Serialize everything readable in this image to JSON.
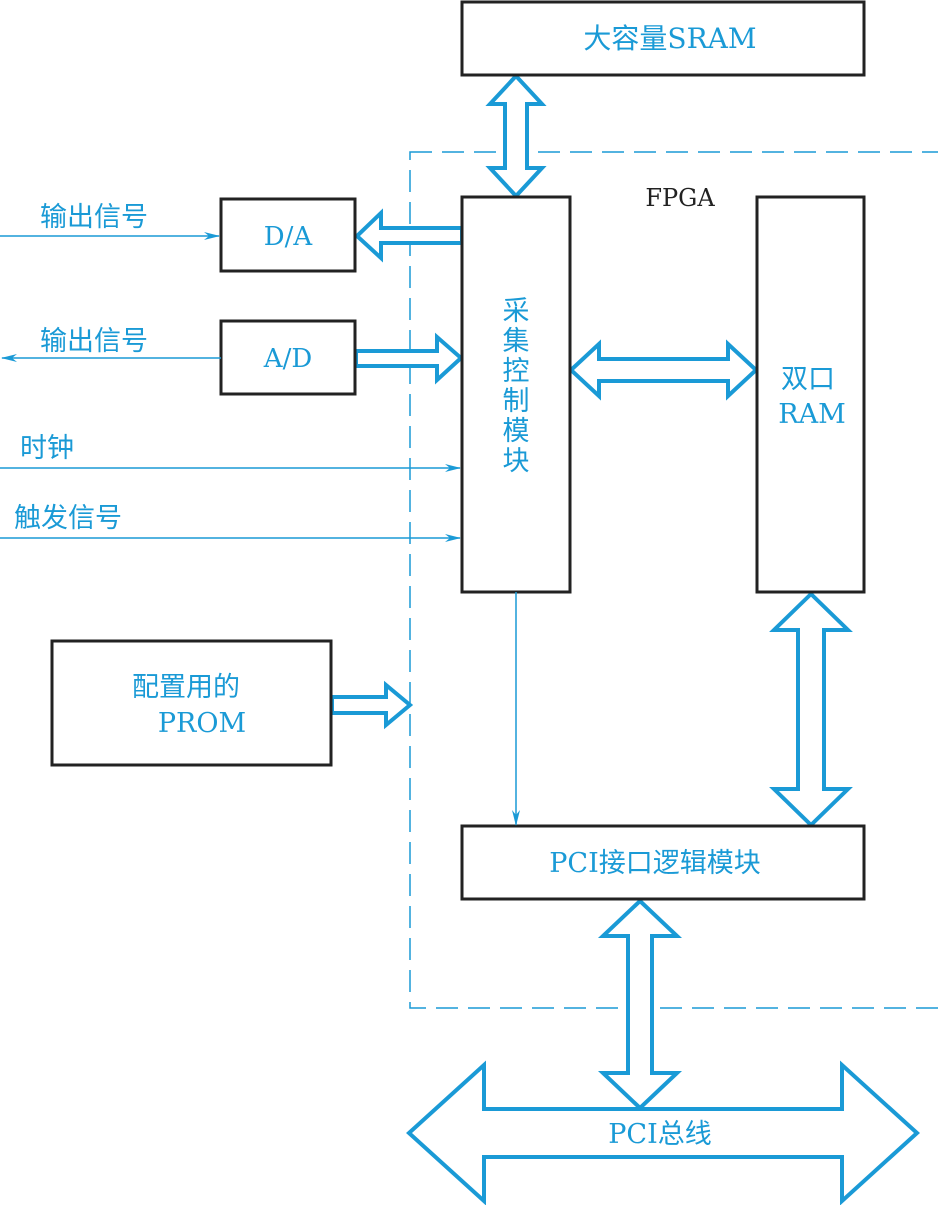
{
  "colors": {
    "line": "#1a9ad6",
    "box": "#222222"
  },
  "labels": {
    "sram": "大容量SRAM",
    "fpga": "FPGA",
    "da": "D/A",
    "ad": "A/D",
    "output_signal_1": "输出信号",
    "output_signal_2": "输出信号",
    "clock": "时钟",
    "trigger": "触发信号",
    "control_module": [
      "采",
      "集",
      "控",
      "制",
      "模",
      "块"
    ],
    "dual_port_ram_line1": "双口",
    "dual_port_ram_line2": "RAM",
    "prom_line1": "配置用的",
    "prom_line2": "PROM",
    "pci_interface": "PCI接口逻辑模块",
    "pci_bus": "PCI总线"
  }
}
